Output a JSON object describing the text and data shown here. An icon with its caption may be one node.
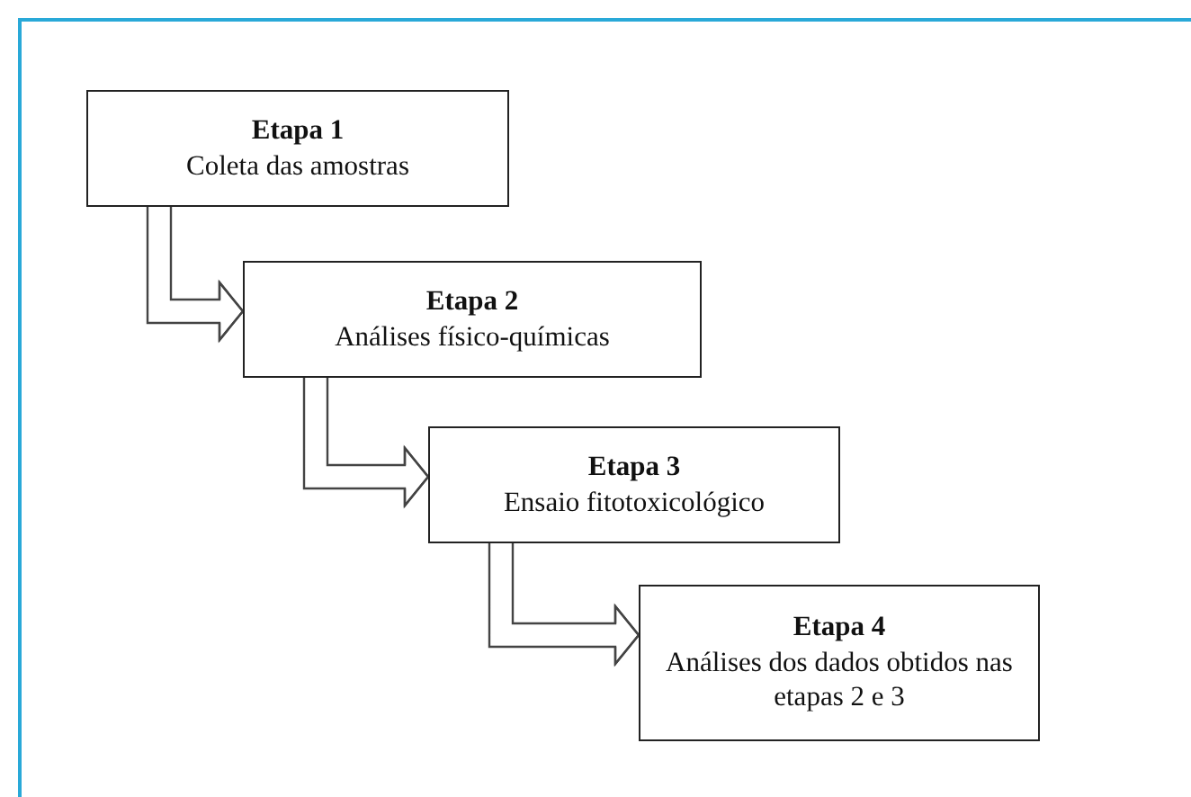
{
  "diagram": {
    "nodes": [
      {
        "text": [
          "Etapa 1",
          "Coleta das amostras"
        ]
      },
      {
        "text": [
          "Etapa 2",
          "Análises físico-químicas"
        ]
      },
      {
        "text": [
          "Etapa 3",
          "Ensaio fitotoxicológico"
        ]
      },
      {
        "text": [
          "Etapa 4",
          "Análises dos dados obtidos nas etapas 2 e 3"
        ]
      }
    ],
    "edges": [
      {
        "from": 0,
        "to": 1,
        "arrow": "to"
      },
      {
        "from": 1,
        "to": 2,
        "arrow": "to"
      },
      {
        "from": 2,
        "to": 3,
        "arrow": "to"
      }
    ]
  }
}
